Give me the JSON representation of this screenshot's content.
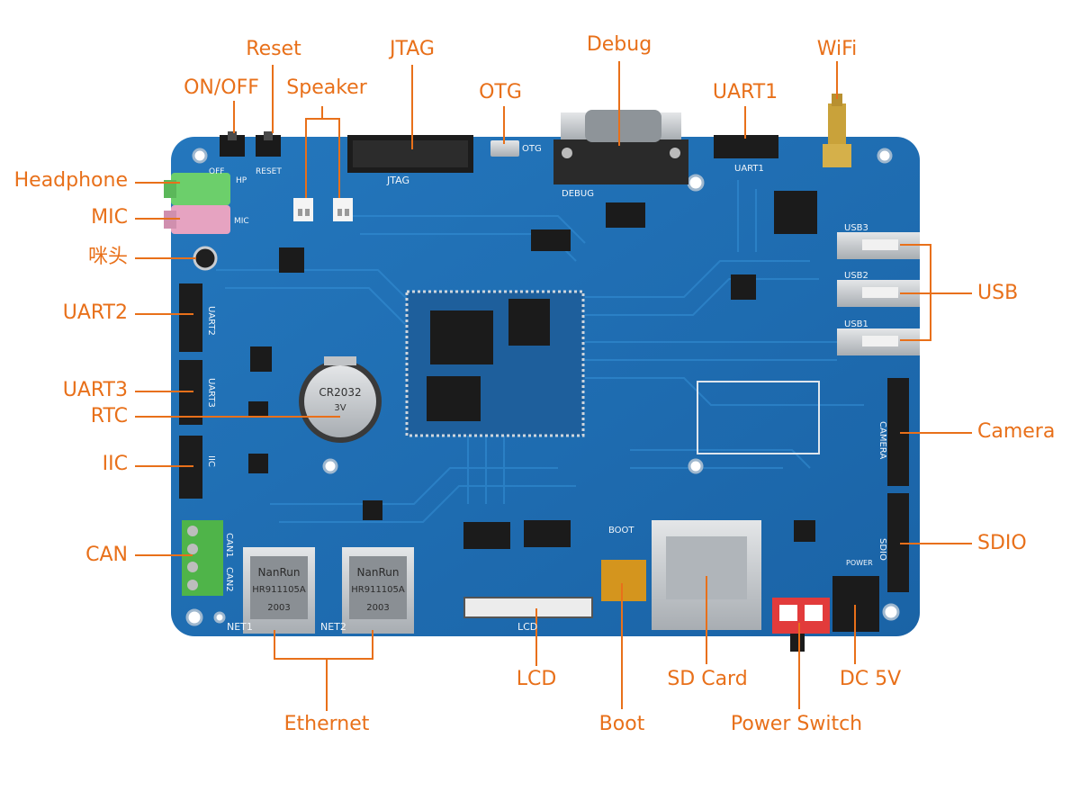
{
  "colors": {
    "callout": "#e8701a",
    "board": "#1f6fb3",
    "board_dark": "#0e4f8c",
    "trace": "#2b85cc",
    "chip": "#1b1b1b",
    "white_header": "#f2f2f2",
    "silver": "#c9ccd0",
    "green_jack": "#6ccf6b",
    "pink_jack": "#e6a3c1",
    "red_switch": "#e23b3b"
  },
  "labels": {
    "reset": "Reset",
    "jtag": "JTAG",
    "debug": "Debug",
    "wifi": "WiFi",
    "on_off": "ON/OFF",
    "speaker": "Speaker",
    "otg": "OTG",
    "uart1": "UART1",
    "headphone": "Headphone",
    "mic": "MIC",
    "mic_head": "咪头",
    "usb": "USB",
    "uart2": "UART2",
    "uart3": "UART3",
    "rtc": "RTC",
    "camera": "Camera",
    "iic": "IIC",
    "sdio": "SDIO",
    "can": "CAN",
    "lcd": "LCD",
    "sd_card": "SD Card",
    "dc5v": "DC 5V",
    "boot": "Boot",
    "ethernet": "Ethernet",
    "power_switch": "Power Switch"
  },
  "silkscreen": {
    "jtag": "JTAG",
    "debug": "DEBUG",
    "otg": "OTG",
    "uart1": "UART1",
    "usb3": "USB3",
    "usb2": "USB2",
    "usb1": "USB1",
    "uart2": "UART2",
    "uart3": "UART3",
    "iic": "IIC",
    "camera": "CAMERA",
    "sdio": "SDIO",
    "can1": "CAN1",
    "can2": "CAN2",
    "net1": "NET1",
    "net2": "NET2",
    "lcd": "LCD",
    "boot": "BOOT",
    "reset": "RESET",
    "off": "OFF",
    "hp": "HP",
    "mic": "MIC",
    "nanrun": "NanRun",
    "hr_part": "HR911105A",
    "date_code": "2003",
    "battery_line1": "CR2032",
    "battery_line2": "3V",
    "power": "POWER"
  }
}
